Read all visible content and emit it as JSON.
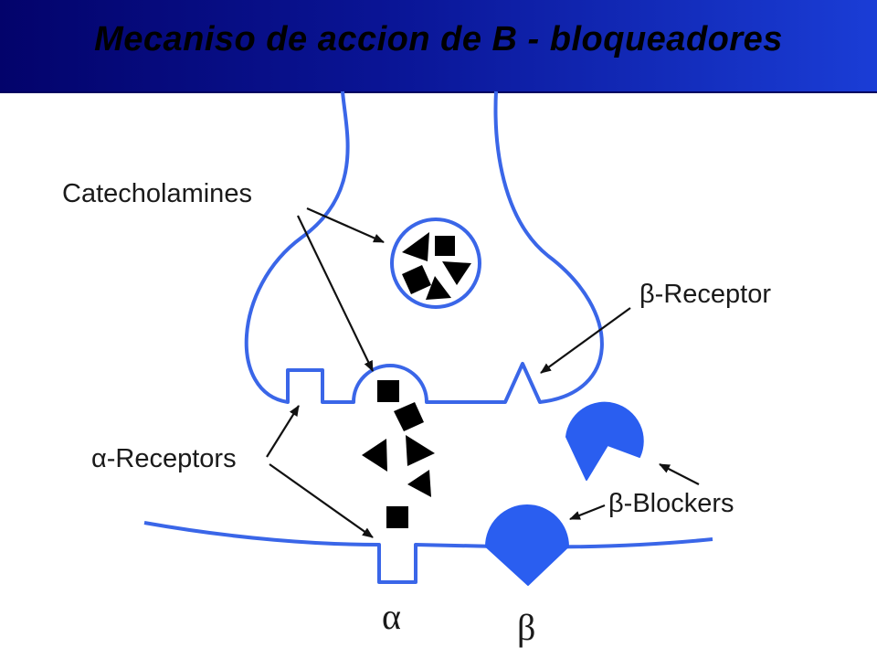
{
  "title": "Mecaniso de accion de B - bloqueadores",
  "labels": {
    "catecholamines": "Catecholamines",
    "beta_receptor": "β-Receptor",
    "alpha_receptors": "α-Receptors",
    "beta_blockers": "β-Blockers",
    "alpha_symbol": "α",
    "beta_symbol": "β"
  },
  "colors": {
    "membrane": "#3a66e8",
    "blocker": "#2a5ef0",
    "molecule": "#000000",
    "arrow": "#111111",
    "title_bar_left": "#03036b",
    "title_bar_right": "#1a3dd6"
  }
}
